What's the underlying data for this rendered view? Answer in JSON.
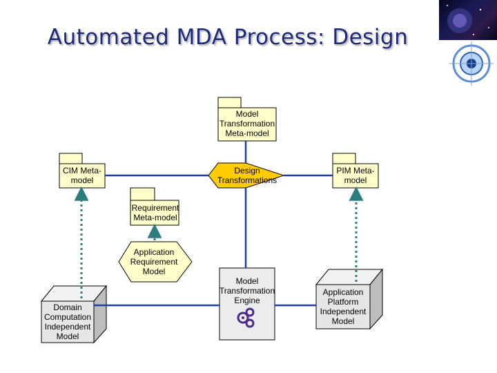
{
  "title": "Automated MDA Process: Design",
  "nodes": {
    "model_transformation_metamodel": "Model Transformation Meta-model",
    "cim_metamodel": "CIM Meta-model",
    "design_transformations": "Design Transformations",
    "pim_metamodel": "PIM Meta-model",
    "requirement_metamodel": "Requirement Meta-model",
    "application_requirement_model": "Application Requirement Model",
    "model_transformation_engine": "Model Transformation Engine",
    "domain_cim_model": "Domain Computation Independent Model",
    "application_pim_model": "Application Platform Independent Model"
  },
  "colors": {
    "package_fill": "#ffffcc",
    "diamond_fill": "#ffcc00",
    "hexagon_fill": "#ffffcc",
    "cube_fill": "#e8e8e8",
    "dotted_arrow": "#2e7d7d",
    "title": "#1e2a78"
  },
  "icons": [
    "gears-icon",
    "mda-logo-icon"
  ]
}
